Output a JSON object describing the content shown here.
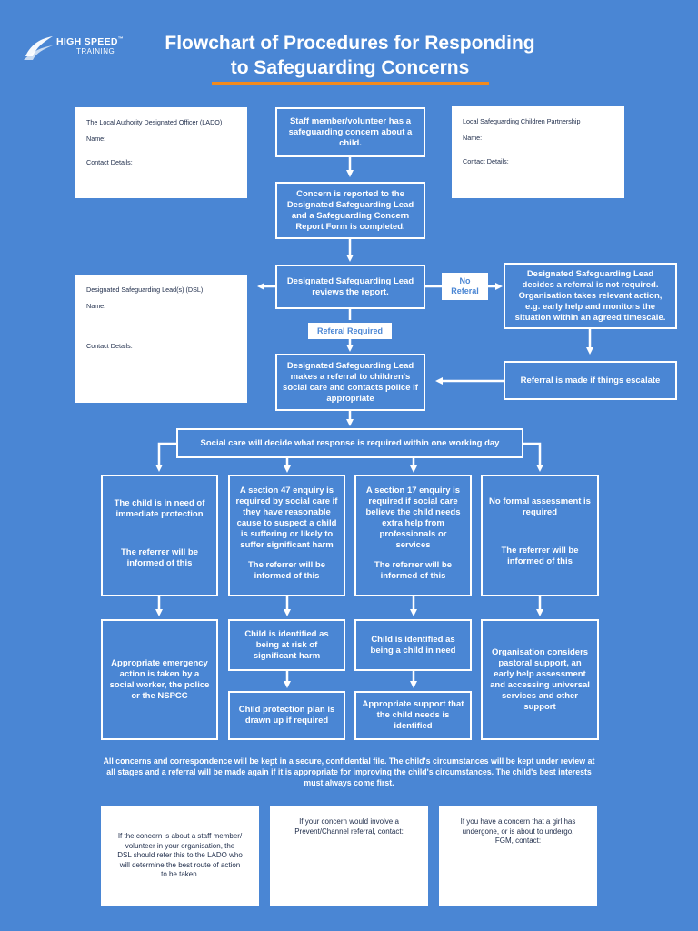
{
  "brand": {
    "line1": "HIGH SPEED",
    "tm": "™",
    "line2": "TRAINING"
  },
  "title": {
    "line1": "Flowchart of Procedures for Responding",
    "line2": "to Safeguarding Concerns"
  },
  "lado_box": {
    "heading": "The Local Authority Designated Officer (LADO)",
    "name_label": "Name:",
    "contact_label": "Contact Details:"
  },
  "lscp_box": {
    "heading": "Local Safeguarding Children Partnership",
    "name_label": "Name:",
    "contact_label": "Contact Details:"
  },
  "dsl_box": {
    "heading": "Designated Safeguarding Lead(s) (DSL)",
    "name_label": "Name:",
    "contact_label": "Contact Details:"
  },
  "steps": {
    "concern": "Staff member/volunteer has a safeguarding concern about a child.",
    "reported": "Concern is reported to the Designated Safeguarding Lead and a Safeguarding Concern Report Form is completed.",
    "reviews": "Designated Safeguarding Lead reviews the report.",
    "no_referral_tag": "No Referal",
    "no_referral": "Designated Safeguarding Lead decides a referral is not required. Organisation takes relevant action, e.g. early help and monitors the situation within an agreed timescale.",
    "referral_required_tag": "Referal Required",
    "makes_referral": "Designated Safeguarding Lead makes a referral to children's social care and contacts police if appropriate",
    "escalate": "Referral is made if things escalate",
    "social_care": "Social care will decide what response is required within one working day"
  },
  "columns": [
    {
      "top_a": "The child is in need of immediate protection",
      "top_b": "The referrer will be informed of this",
      "bottom": "Appropriate emergency action is taken by a social worker, the police or the NSPCC"
    },
    {
      "top_a": "A section 47 enquiry is required by social care if they have reasonable cause to suspect a child is suffering or likely to suffer significant harm",
      "top_b": "The referrer will be informed of this",
      "mid": "Child is identified as being at risk of significant harm",
      "bottom": "Child protection plan is drawn up if required"
    },
    {
      "top_a": "A section 17 enquiry is required if social care believe the child needs extra help from professionals or services",
      "top_b": "The referrer will be informed of this",
      "mid": "Child is identified as being a child in need",
      "bottom": "Appropriate support that the child needs is identified"
    },
    {
      "top_a": "No formal assessment is required",
      "top_b": "The referrer will be informed of this",
      "bottom": "Organisation considers pastoral support, an early help assessment and accessing universal services and other support"
    }
  ],
  "note": "All concerns and correspondence will be kept in a secure, confidential file. The child's circumstances will be kept under review at all stages and a referral will be made again if it is appropriate for improving the child's circumstances. The child's best interests must always come first.",
  "footer_boxes": [
    "If the concern is about a staff member/ volunteer in your organisation, the DSL should refer this to the LADO who will determine the best route of action to be taken.",
    "If your concern would involve a Prevent/Channel referral, contact:",
    "If you have a concern that a girl has undergone, or is about to undergo, FGM, contact:"
  ],
  "colors": {
    "background": "#4a86d4",
    "accent": "#f28a1e",
    "box_text": "#1d2b49"
  }
}
